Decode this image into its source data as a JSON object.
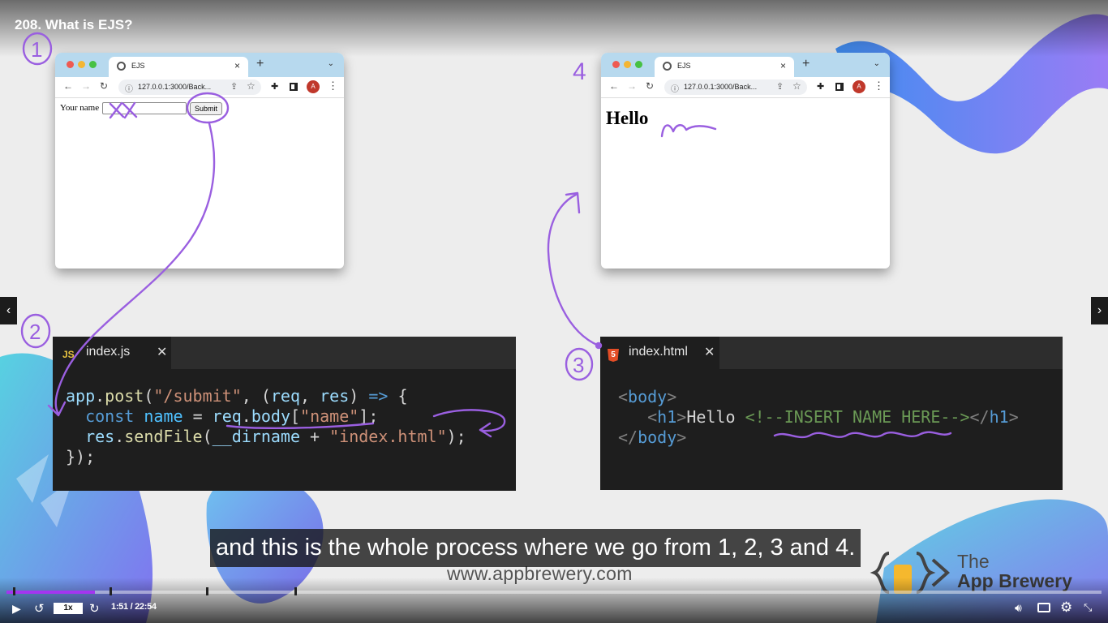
{
  "lecture": {
    "title": "208. What is EJS?"
  },
  "browser_form": {
    "tab_title": "EJS",
    "url": "127.0.0.1:3000/Back...",
    "avatar_letter": "A",
    "field_label": "Your name",
    "submit_label": "Submit"
  },
  "browser_result": {
    "tab_title": "EJS",
    "url": "127.0.0.1:3000/Back...",
    "avatar_letter": "A",
    "heading": "Hello"
  },
  "editor_js": {
    "filename": "index.js",
    "badge": "JS",
    "lines": [
      "app.post(\"/submit\", (req, res) => {",
      "  const name = req.body[\"name\"];",
      "  res.sendFile(__dirname + \"index.html\");",
      "});"
    ]
  },
  "editor_html": {
    "filename": "index.html",
    "badge": "5",
    "lines": [
      "<body>",
      "   <h1>Hello <!--INSERT NAME HERE--></h1>",
      "</body>"
    ]
  },
  "annotations": {
    "step_numbers": [
      "1",
      "2",
      "3",
      "4"
    ]
  },
  "caption": "and this is the whole process where we go from 1, 2, 3 and 4.",
  "website": "www.appbrewery.com",
  "brand": {
    "line1": "The",
    "line2": "App Brewery"
  },
  "player": {
    "speed": "1x",
    "time": "1:51 / 22:54",
    "progress": 0.081,
    "colors": {
      "accent": "#a435f0",
      "annotation": "#9a5fe0"
    }
  },
  "icons": [
    "chevron-left-icon",
    "chevron-right-icon",
    "play-icon",
    "rewind-icon",
    "forward-icon",
    "volume-icon",
    "captions-icon",
    "settings-icon",
    "fullscreen-icon"
  ]
}
